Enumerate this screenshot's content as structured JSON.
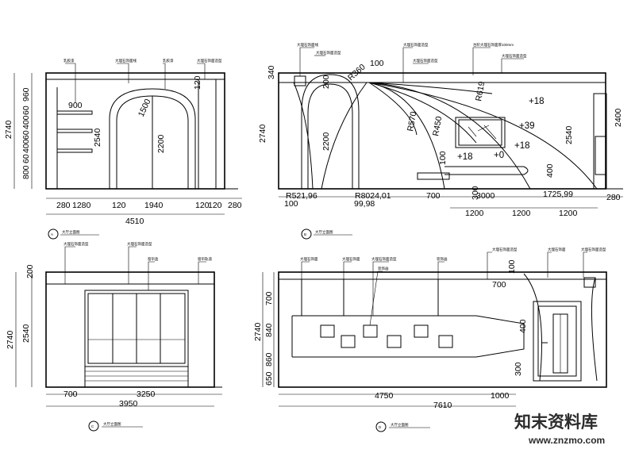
{
  "elevations": {
    "A": {
      "marker": "A",
      "caption": "大厅立面图",
      "top_dims": [
        "900"
      ],
      "left_dims": [
        "960",
        "60",
        "400",
        "60",
        "400",
        "60",
        "800"
      ],
      "outer_height": "2740",
      "inner_height_1": "2540",
      "inner_height_2": "2200",
      "right_dims": [
        "120"
      ],
      "diag_dim": "1500",
      "bottom_dims": [
        "280",
        "1280",
        "120",
        "1940",
        "120",
        "120",
        "280"
      ],
      "total": "4510"
    },
    "B": {
      "marker": "B",
      "caption": "大厅立面图",
      "outer_height": "2740",
      "right_height": "2400",
      "top_dims": [
        "340",
        "100"
      ],
      "arch_dims": [
        "200",
        "2200"
      ],
      "radius_labels": [
        "R360",
        "R570",
        "R450",
        "R619"
      ],
      "levels": [
        "+18",
        "+39",
        "+18",
        "+18",
        "+0"
      ],
      "slope_height": "2540",
      "small_dims": [
        "100",
        "400",
        "300"
      ],
      "bottom_row1": [
        "R521,96",
        "R8024,01",
        "700",
        "3000",
        "1725,99",
        "280"
      ],
      "bottom_row1b": [
        "100",
        "99,98"
      ],
      "bottom_row2": [
        "1200",
        "1200",
        "1200"
      ]
    },
    "C": {
      "marker": "C",
      "caption": "大厅立面图",
      "top_dim": "200",
      "outer_height": "2740",
      "inner_height": "2540",
      "bottom_dims": [
        "700",
        "3250"
      ],
      "total": "3950"
    },
    "D": {
      "marker": "D",
      "caption": "大厅立面图",
      "top_dims": [
        "700",
        "100"
      ],
      "left_dims": [
        "700",
        "840",
        "860",
        "650"
      ],
      "outer_height": "2740",
      "bottom_dims": [
        "4750",
        "1000"
      ],
      "total": "7610",
      "right_dims": [
        "400",
        "300"
      ]
    }
  },
  "watermark": {
    "title": "知末资料库",
    "url": "www.znzmo.com"
  }
}
